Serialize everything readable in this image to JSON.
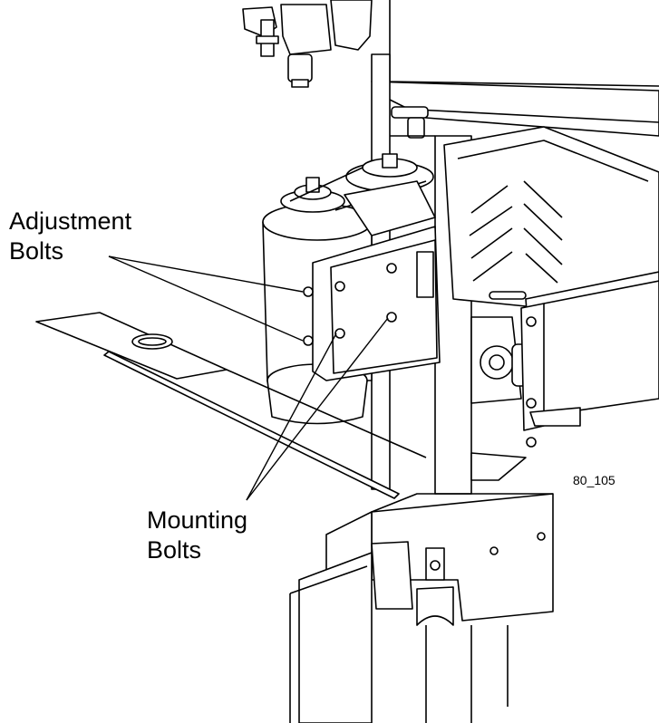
{
  "labels": {
    "adjustment_line1": "Adjustment",
    "adjustment_line2": "Bolts",
    "mounting_line1": "Mounting",
    "mounting_line2": "Bolts",
    "figure_code": "80_105"
  },
  "colors": {
    "line": "#000000",
    "background": "#ffffff"
  }
}
